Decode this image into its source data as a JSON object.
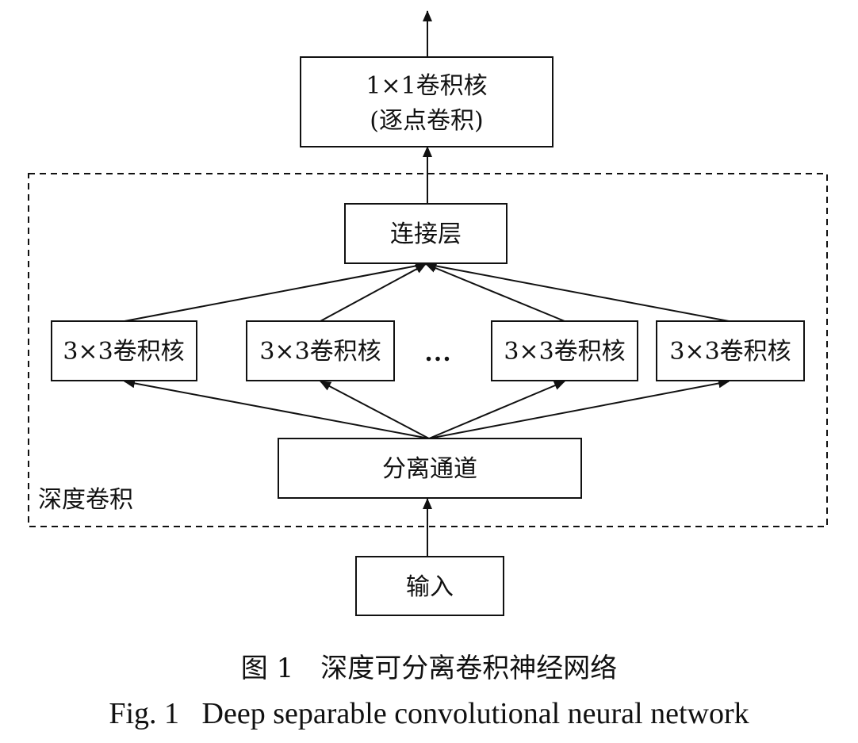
{
  "diagram": {
    "pointwise_box": {
      "line1": "1×1卷积核",
      "line2": "(逐点卷积)"
    },
    "concat_box": "连接层",
    "kernel_boxes": [
      "3×3卷积核",
      "3×3卷积核",
      "3×3卷积核",
      "3×3卷积核"
    ],
    "ellipsis": "…",
    "split_box": "分离通道",
    "group_label": "深度卷积",
    "input_box": "输入"
  },
  "caption": {
    "chinese": "图 1　深度可分离卷积神经网络",
    "english": "Fig. 1   Deep separable convolutional neural network"
  }
}
